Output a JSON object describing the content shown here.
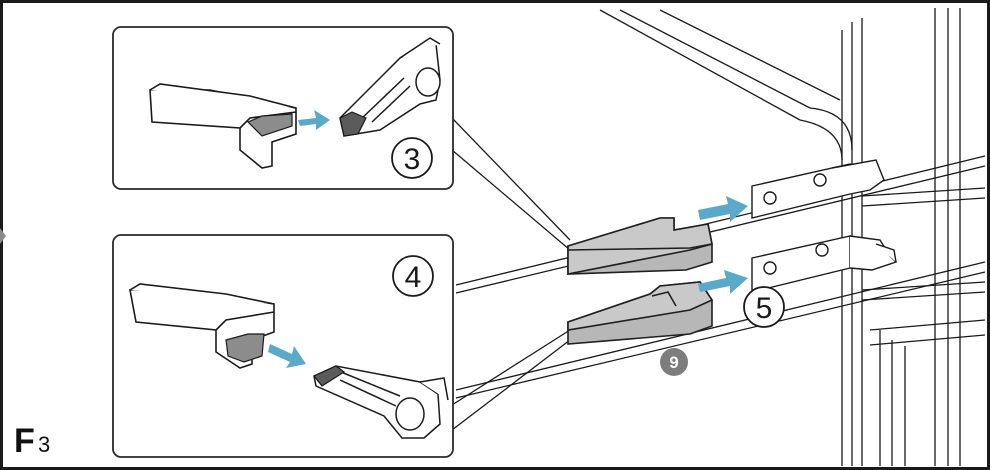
{
  "figure": {
    "label_letter": "F",
    "label_number": "3"
  },
  "callouts": {
    "step_3": "3",
    "step_4": "4",
    "step_5": "5",
    "part_9": "9"
  },
  "colors": {
    "line": "#1a1a1a",
    "part_fill": "#b7b7b7",
    "part_stroke": "#1f1f1f",
    "arrow": "#5aa9c9",
    "badge": "#7d7d7d",
    "inset_border": "#2a2a2a"
  }
}
